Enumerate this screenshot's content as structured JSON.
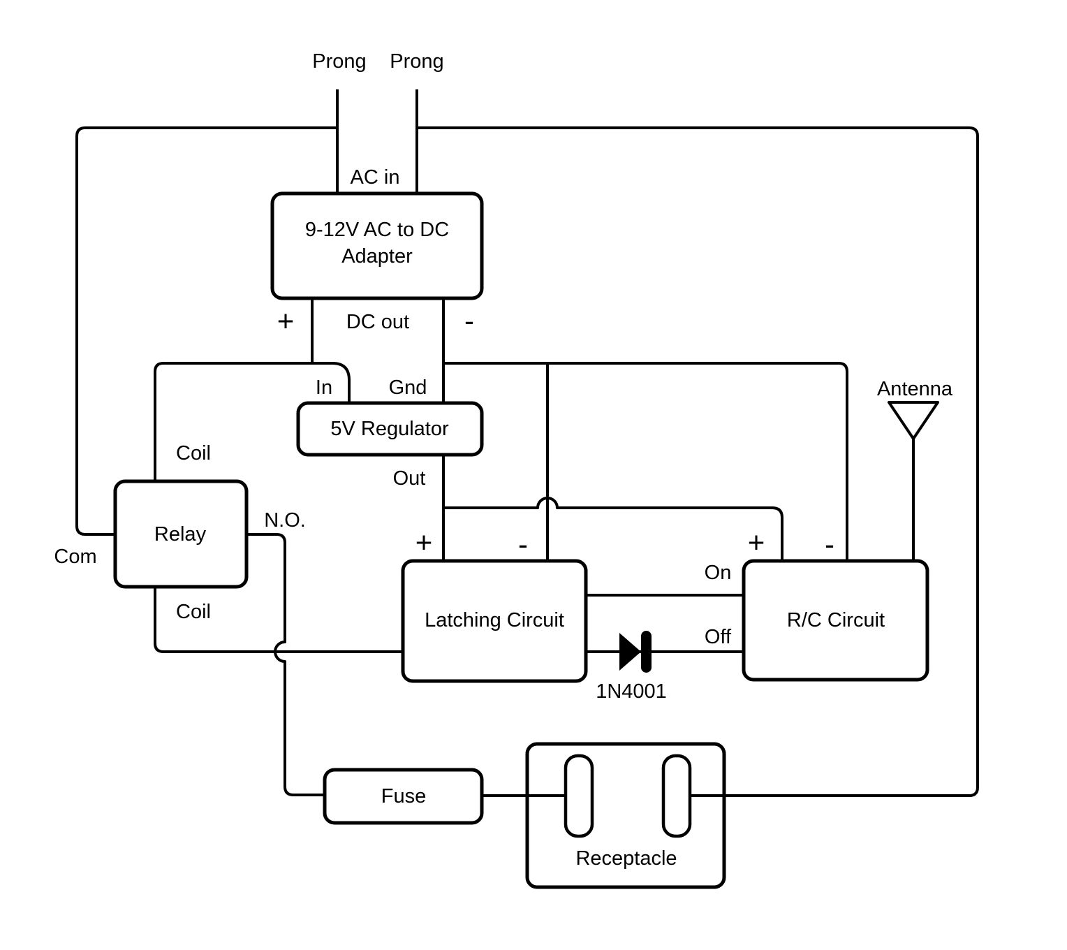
{
  "diagram": {
    "title_hint": "Remote controlled AC outlet wiring diagram",
    "background_color": "#ffffff",
    "line_color": "#000000",
    "labels": {
      "prong_left": "Prong",
      "prong_right": "Prong",
      "ac_in": "AC in",
      "adapter_line1": "9-12V AC to DC",
      "adapter_line2": "Adapter",
      "dc_plus": "+",
      "dc_out": "DC out",
      "dc_minus": "-",
      "reg_in": "In",
      "reg_gnd": "Gnd",
      "regulator": "5V Regulator",
      "reg_out": "Out",
      "coil_top": "Coil",
      "relay": "Relay",
      "relay_no": "N.O.",
      "relay_com": "Com",
      "coil_bottom": "Coil",
      "latching": "Latching Circuit",
      "latch_plus": "+",
      "latch_minus": "-",
      "rc_plus": "+",
      "rc_minus": "-",
      "rc_on": "On",
      "rc_off": "Off",
      "diode": "1N4001",
      "rc_circuit": "R/C Circuit",
      "antenna": "Antenna",
      "fuse": "Fuse",
      "receptacle": "Receptacle"
    }
  }
}
